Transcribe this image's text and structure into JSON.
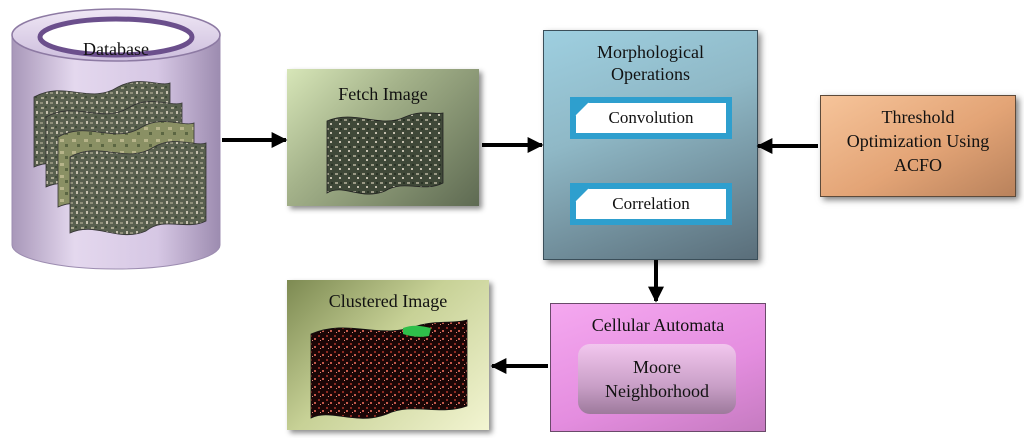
{
  "database": {
    "label": "Database"
  },
  "fetch": {
    "label": "Fetch Image"
  },
  "morph": {
    "title": [
      "Morphological",
      "Operations"
    ],
    "ops": [
      "Convolution",
      "Correlation"
    ]
  },
  "threshold": {
    "lines": [
      "Threshold",
      "Optimization Using",
      "ACFO"
    ]
  },
  "cellular": {
    "title": "Cellular Automata",
    "inner": [
      "Moore",
      "Neighborhood"
    ]
  },
  "clustered": {
    "label": "Clustered Image"
  },
  "colors": {
    "morph_frame": "#2e9fce",
    "threshold_fill": "#e3a476",
    "cellular_fill": "#e48ddf",
    "database_fill": "#d8c8e6"
  }
}
